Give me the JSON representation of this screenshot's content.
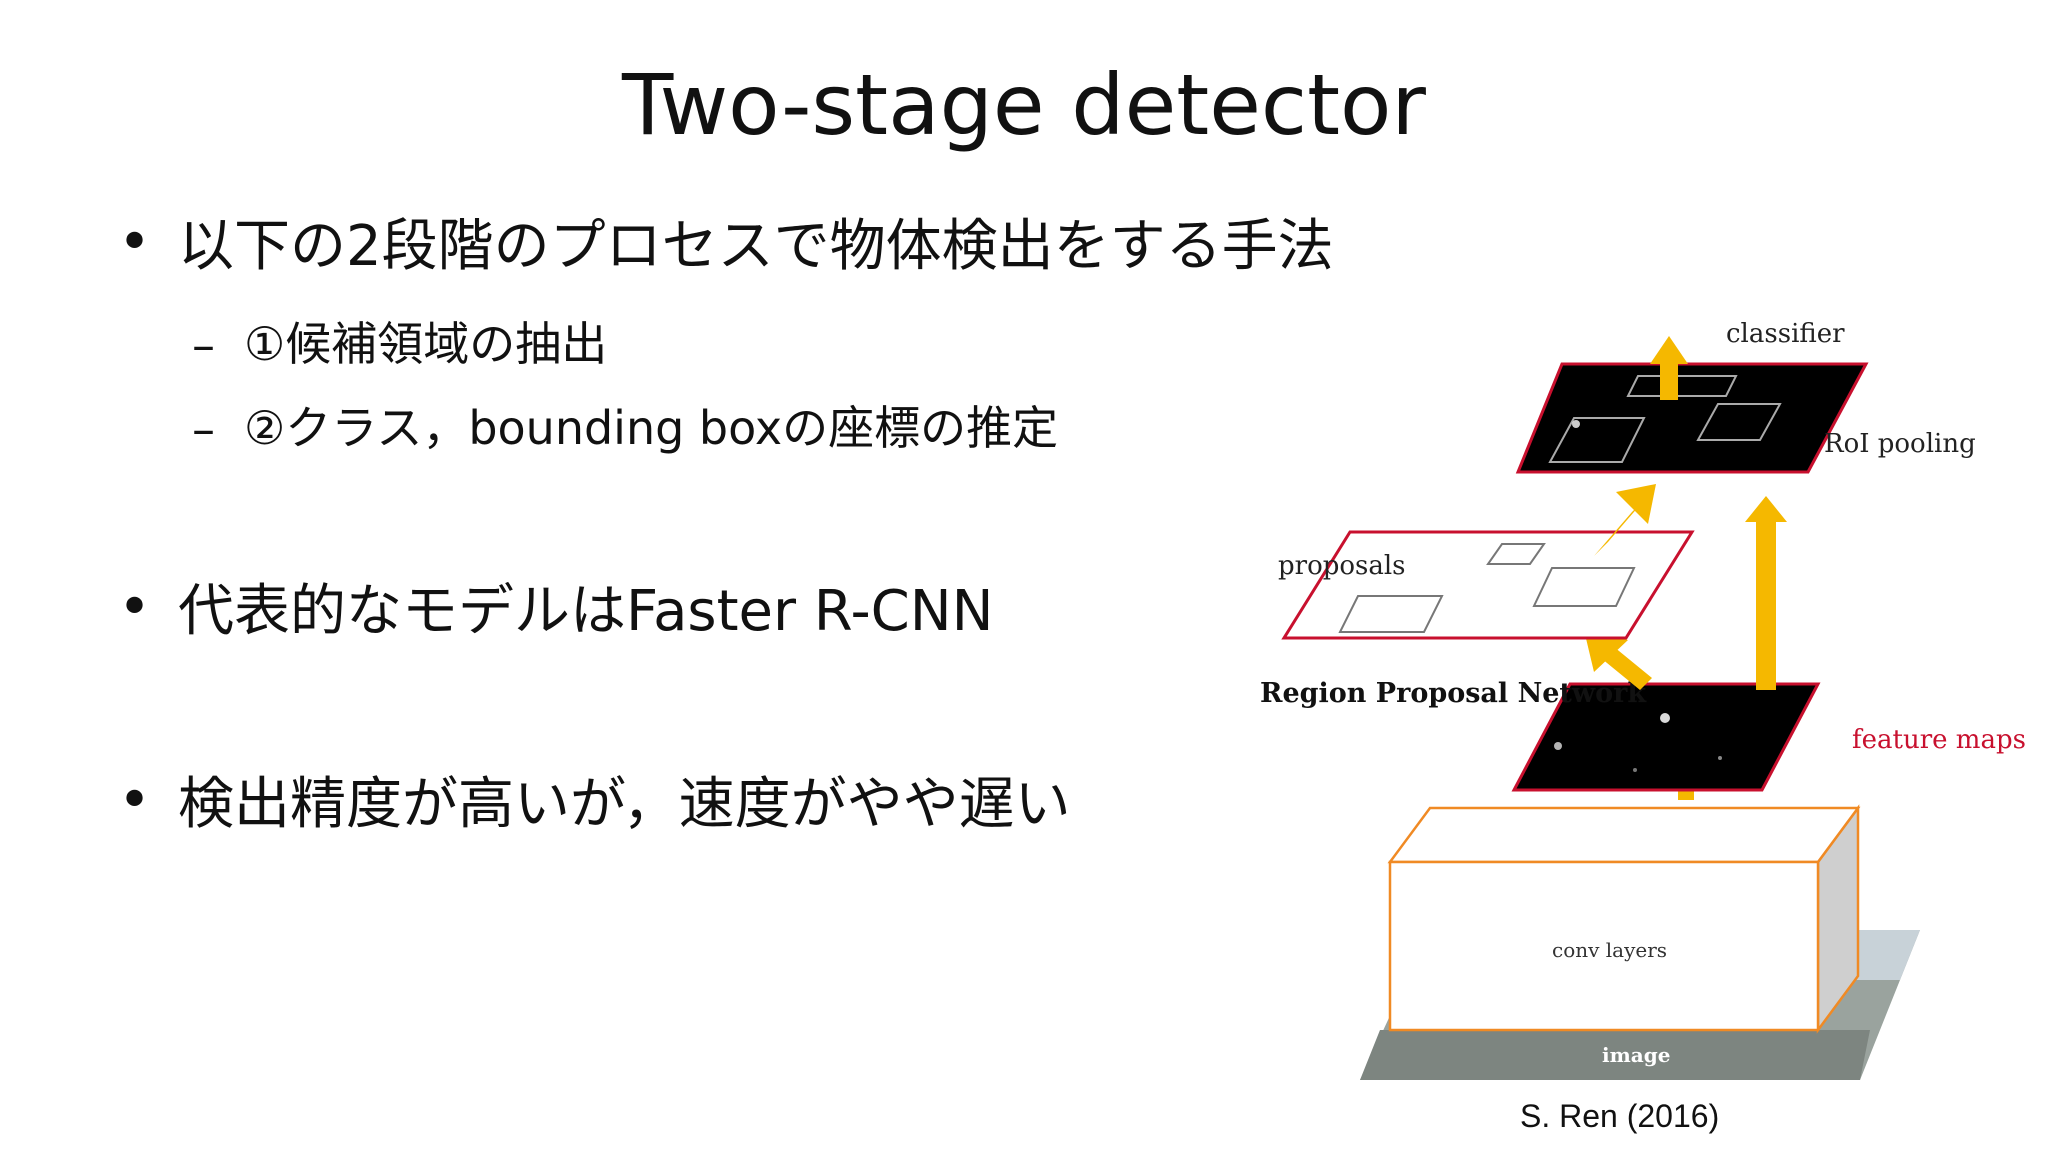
{
  "slide": {
    "title": "Two-stage detector",
    "bullets": [
      {
        "text": "以下の2段階のプロセスで物体検出をする手法",
        "subitems": [
          "①候補領域の抽出",
          "②クラス，bounding boxの座標の推定"
        ]
      },
      {
        "text": "代表的なモデルはFaster R-CNN",
        "subitems": []
      },
      {
        "text": "検出精度が高いが，速度がやや遅い",
        "subitems": []
      }
    ],
    "bullet_symbol": "•",
    "dash_symbol": "–"
  },
  "figure": {
    "labels": {
      "classifier": "classifier",
      "roi_pooling": "RoI pooling",
      "proposals": "proposals",
      "rpn": "Region Proposal Network",
      "feature_maps": "feature maps",
      "conv_layers": "conv layers",
      "image": "image"
    },
    "caption": "S. Ren (2016)",
    "colors": {
      "arrow": "#f5b800",
      "red_border": "#c8102e",
      "box_orange": "#f08a24",
      "feature_red_label": "#c8102e"
    }
  }
}
